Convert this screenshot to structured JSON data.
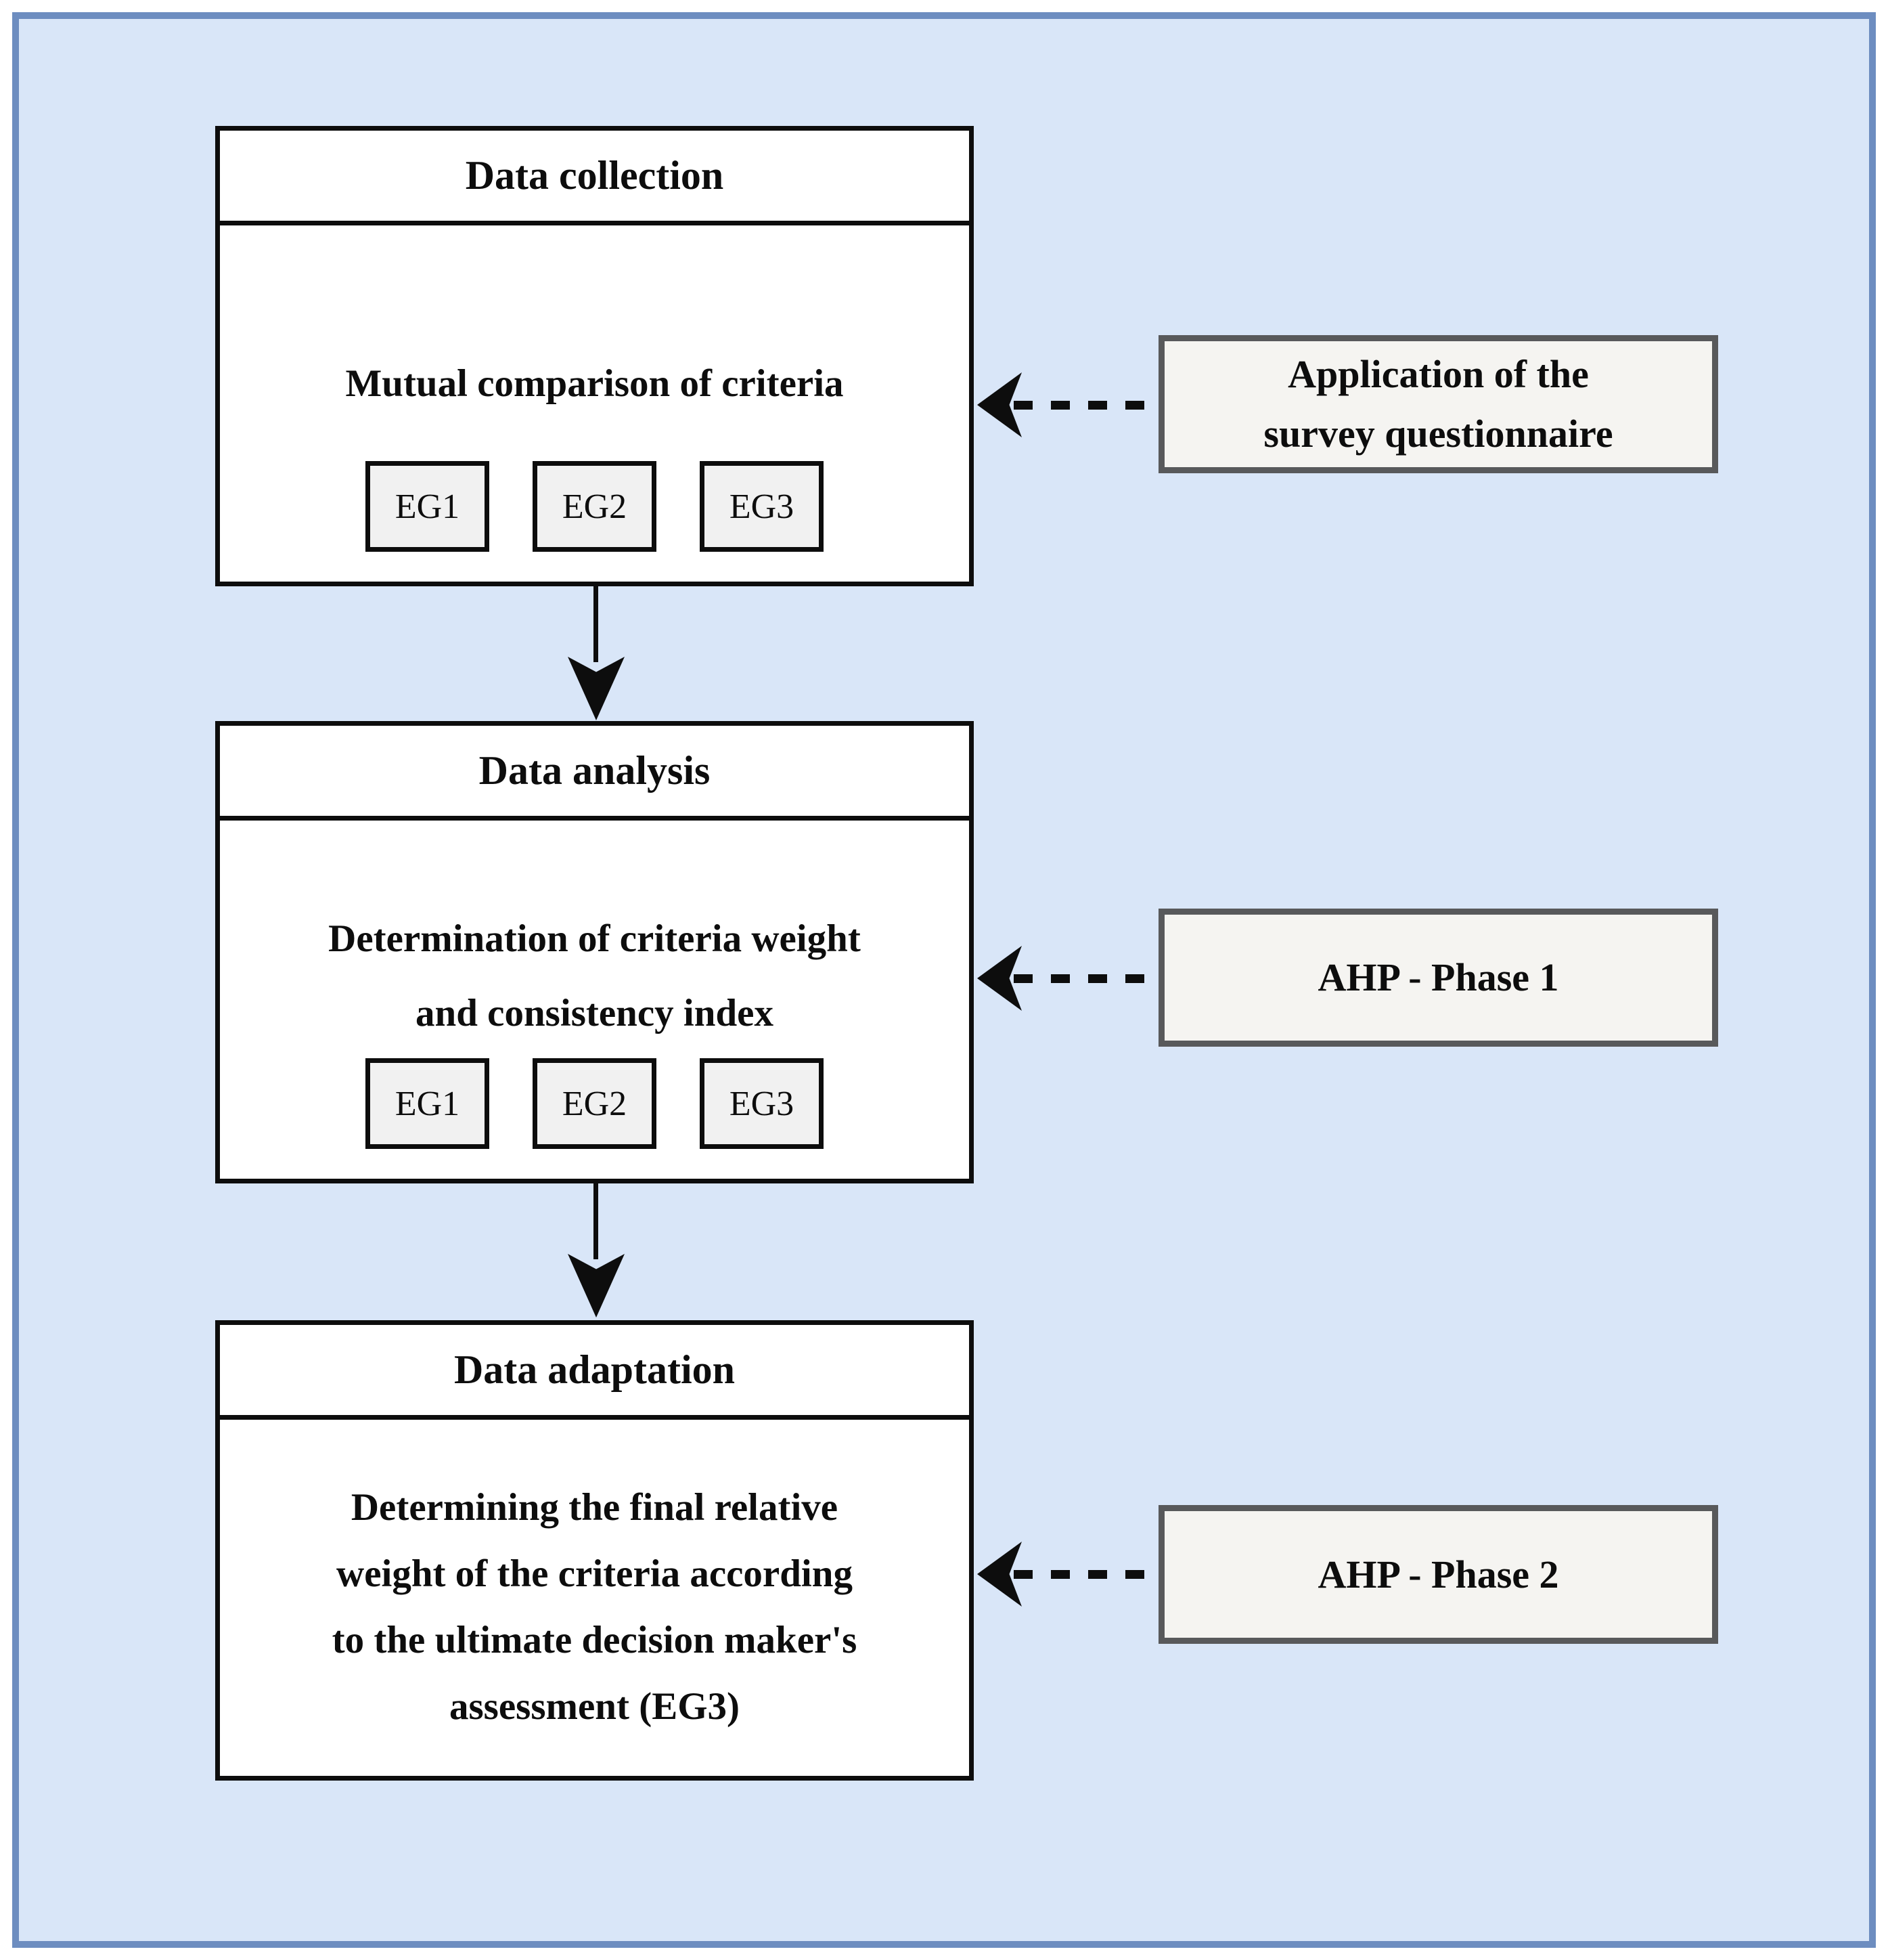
{
  "diagram": {
    "flow_boxes": [
      {
        "title": "Data collection",
        "lines": [
          "Mutual comparison of criteria"
        ],
        "eg_tags": [
          "EG1",
          "EG2",
          "EG3"
        ]
      },
      {
        "title": "Data analysis",
        "lines": [
          "Determination of criteria weight",
          "and consistency index"
        ],
        "eg_tags": [
          "EG1",
          "EG2",
          "EG3"
        ]
      },
      {
        "title": "Data adaptation",
        "lines": [
          "Determining the final relative",
          "weight of the criteria according",
          "to the ultimate decision maker's",
          "assessment (EG3)"
        ],
        "eg_tags": []
      }
    ],
    "side_notes": [
      {
        "label_lines": [
          "Application of the",
          "survey questionnaire"
        ]
      },
      {
        "label_lines": [
          "AHP - Phase 1"
        ]
      },
      {
        "label_lines": [
          "AHP - Phase 2"
        ]
      }
    ],
    "colors": {
      "panel_background": "#d9e6f8",
      "panel_border": "#6d8dc0",
      "box_background": "#ffffff",
      "box_border": "#0d0d0d",
      "eg_background": "#f1f1f1",
      "side_note_background": "#f5f4f1",
      "side_note_border": "#58595b",
      "arrow": "#0d0d0d"
    }
  }
}
